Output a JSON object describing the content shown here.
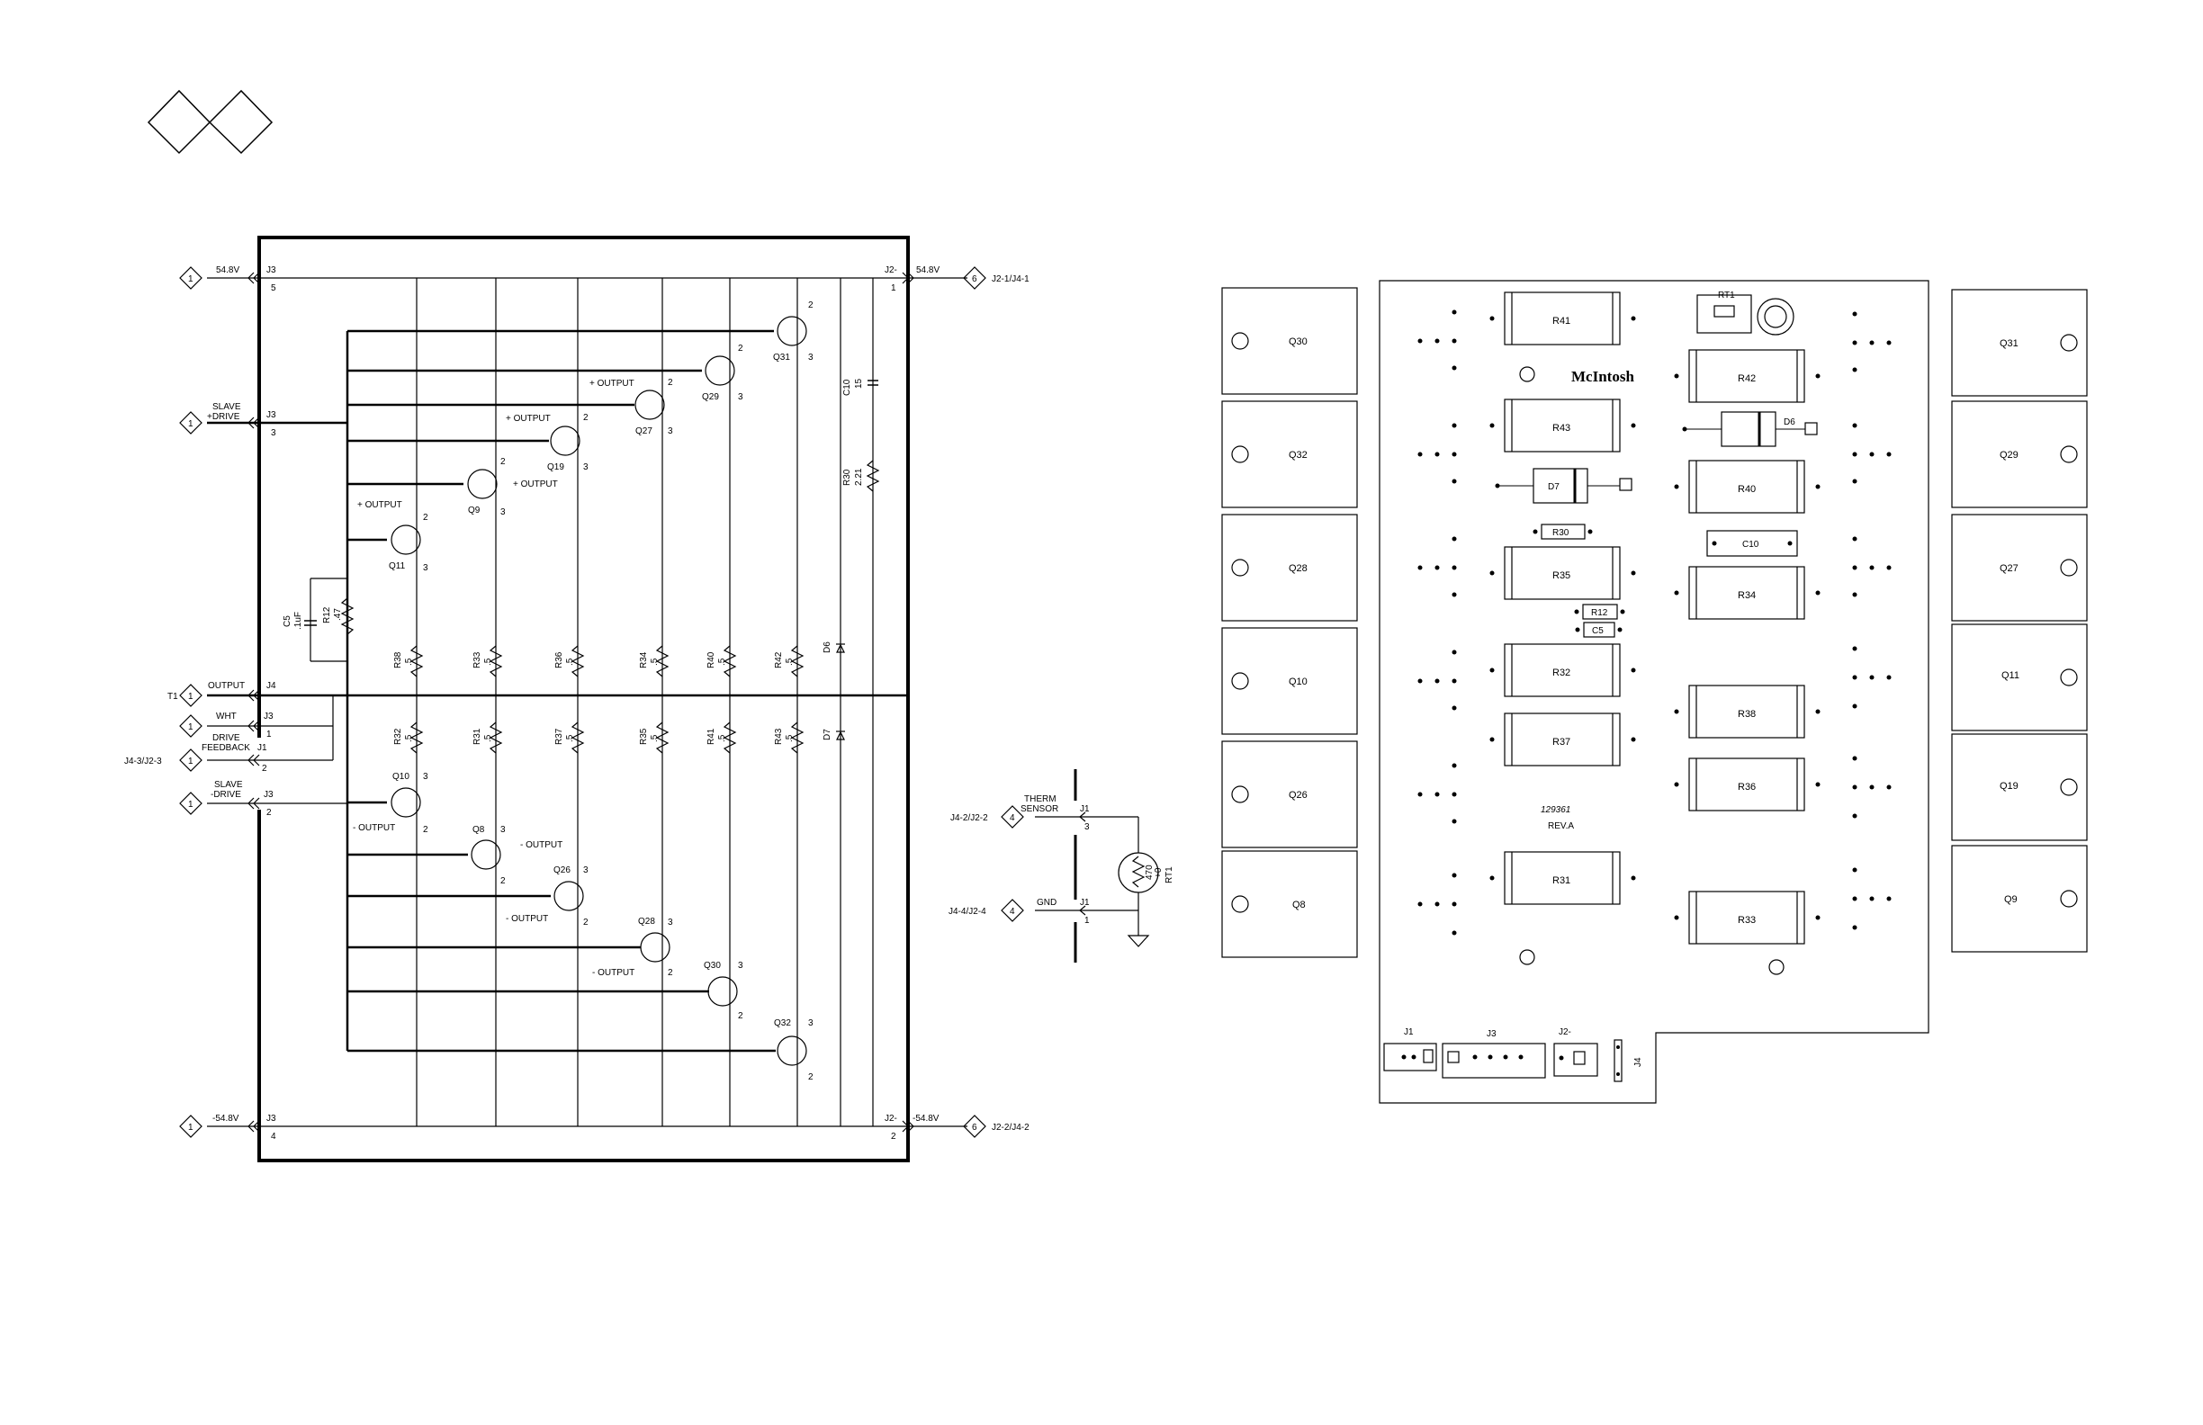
{
  "schematic": {
    "rails": {
      "pos_label": "54.8V",
      "neg_label": "-54.8V",
      "j3": "J3",
      "j2": "J2-",
      "pin1": "1",
      "pin2": "2",
      "pin4": "4",
      "pin5": "5",
      "right_pos_net": "J2-1/J4-1",
      "right_neg_net": "J2-2/J4-2",
      "diamond_1": "1",
      "diamond_6": "6"
    },
    "inputs": {
      "slave_pos_line1": "SLAVE",
      "slave_pos_line2": "+DRIVE",
      "slave_neg_line1": "SLAVE",
      "slave_neg_line2": "-DRIVE",
      "output": "OUTPUT",
      "t1": "T1",
      "j4": "J4",
      "wht": "WHT",
      "drive_line1": "DRIVE",
      "drive_line2": "FEEDBACK",
      "j1": "J1",
      "j4_j2_3": "J4-3/J2-3",
      "pin_3": "3",
      "pin_1": "1",
      "pin_2": "2"
    },
    "upper_transistors": [
      {
        "ref": "Q11",
        "note": "+ OUTPUT"
      },
      {
        "ref": "Q9",
        "note": "+ OUTPUT"
      },
      {
        "ref": "Q19",
        "note": "+ OUTPUT"
      },
      {
        "ref": "Q27",
        "note": "+ OUTPUT"
      },
      {
        "ref": "Q29",
        "note": ""
      },
      {
        "ref": "Q31",
        "note": ""
      }
    ],
    "lower_transistors": [
      {
        "ref": "Q10",
        "note": "- OUTPUT"
      },
      {
        "ref": "Q8",
        "note": "- OUTPUT"
      },
      {
        "ref": "Q26",
        "note": "- OUTPUT"
      },
      {
        "ref": "Q28",
        "note": "- OUTPUT"
      },
      {
        "ref": "Q30",
        "note": ""
      },
      {
        "ref": "Q32",
        "note": ""
      }
    ],
    "upper_resistors": [
      "R38",
      "R33",
      "R36",
      "R34",
      "R40",
      "R42"
    ],
    "lower_resistors": [
      "R32",
      "R31",
      "R37",
      "R35",
      "R41",
      "R43"
    ],
    "res_value": ".5",
    "c5_ref": "C5",
    "c5_val": ".1uF",
    "r12_ref": "R12",
    "r12_val": ".47",
    "c10_ref": "C10",
    "c10_val": "15",
    "r30_ref": "R30",
    "r30_val": "2.21",
    "d6": "D6",
    "d7": "D7",
    "therm": {
      "net_top": "J4-2/J2-2",
      "net_bot": "J4-4/J2-4",
      "d4": "4",
      "sensor_l1": "THERM",
      "sensor_l2": "SENSOR",
      "gnd": "GND",
      "j1": "J1",
      "pin3": "3",
      "pin1": "1",
      "rt_ref": "RT1",
      "rt_val": "470",
      "rt_unit": "+0"
    }
  },
  "board": {
    "left_transistors": [
      "Q30",
      "Q32",
      "Q28",
      "Q10",
      "Q26",
      "Q8"
    ],
    "right_transistors": [
      "Q31",
      "Q29",
      "Q27",
      "Q11",
      "Q19",
      "Q9"
    ],
    "left_resistors": [
      "R41",
      "R43",
      "R35",
      "R32",
      "R37",
      "R31"
    ],
    "right_resistors": [
      "R42",
      "R40",
      "R34",
      "R38",
      "R36",
      "R33"
    ],
    "small": {
      "r30": "R30",
      "r12": "R12",
      "c5": "C5",
      "c10": "C10",
      "d7": "D7",
      "d6": "D6",
      "rt1": "RT1"
    },
    "logo": "McIntosh",
    "part_no": "129361",
    "rev": "REV.A",
    "connectors": {
      "j1": "J1",
      "j3": "J3",
      "j2": "J2-",
      "j4": "J4"
    }
  }
}
